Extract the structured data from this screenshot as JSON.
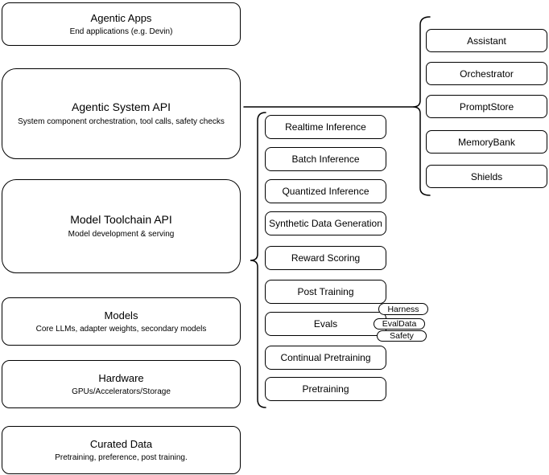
{
  "diagram": {
    "background": "#ffffff",
    "stroke_color": "#000000",
    "text_color": "#000000",
    "left_stack": [
      {
        "title": "Agentic Apps",
        "subtitle": "End applications (e.g. Devin)"
      },
      {
        "title": "Agentic System API",
        "subtitle": "System component orchestration, tool calls, safety checks"
      },
      {
        "title": "Model Toolchain API",
        "subtitle": "Model development & serving"
      },
      {
        "title": "Models",
        "subtitle": "Core LLMs, adapter weights, secondary models"
      },
      {
        "title": "Hardware",
        "subtitle": "GPUs/Accelerators/Storage"
      },
      {
        "title": "Curated Data",
        "subtitle": "Pretraining, preference, post training."
      }
    ],
    "toolchain": {
      "items": [
        "Realtime Inference",
        "Batch Inference",
        "Quantized Inference",
        "Synthetic Data Generation",
        "Reward Scoring",
        "Post Training",
        "Evals",
        "Continual Pretraining",
        "Pretraining"
      ]
    },
    "evals_tags": [
      "Harness",
      "EvalData",
      "Safety"
    ],
    "system_components": [
      "Assistant",
      "Orchestrator",
      "PromptStore",
      "MemoryBank",
      "Shields"
    ]
  }
}
